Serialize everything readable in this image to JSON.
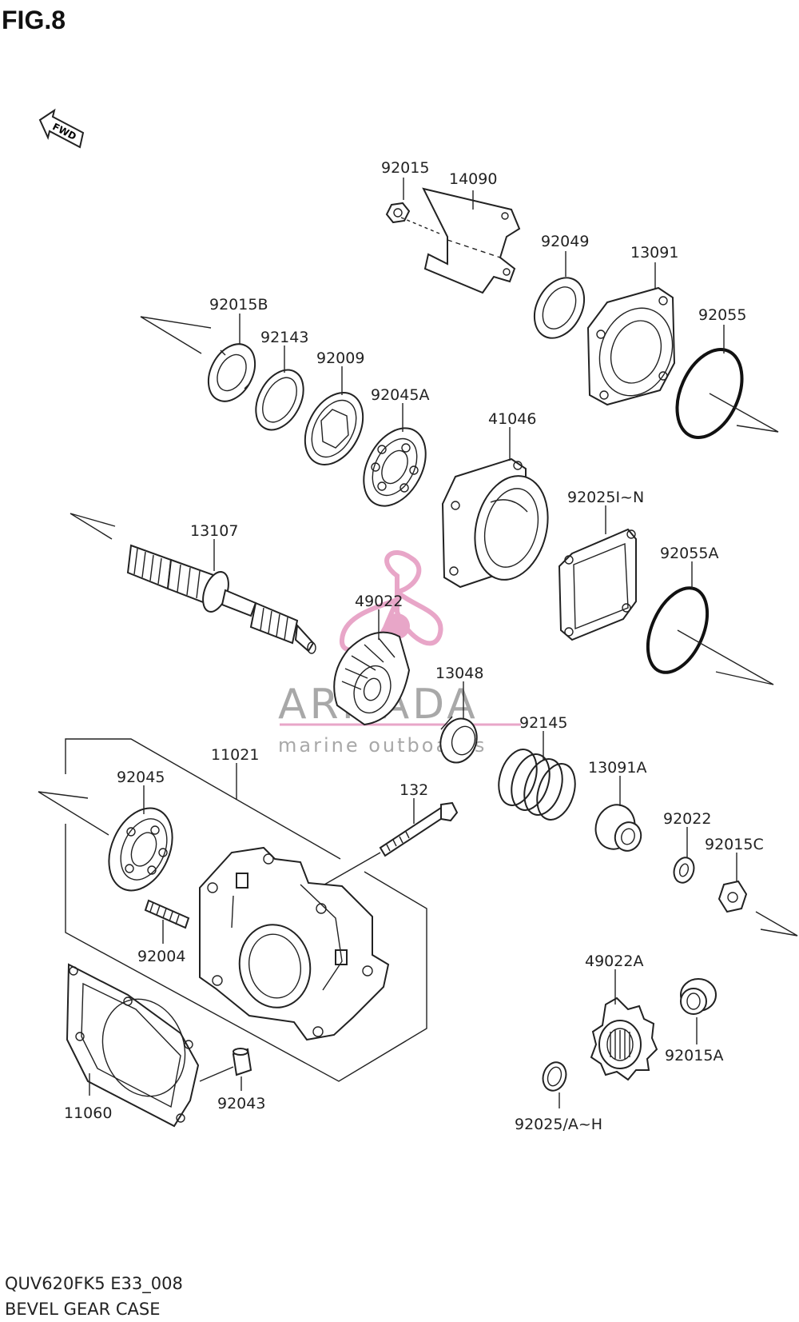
{
  "figure": {
    "title": "FIG.8"
  },
  "fwd_label": "FWD",
  "footer": {
    "code": "QUV620FK5 E33_008",
    "name": "BEVEL GEAR CASE"
  },
  "watermark": {
    "brand": "ARMADA",
    "tagline": "marine outboards",
    "logo_color": "#e8a6c8"
  },
  "parts": {
    "p92015": "92015",
    "p14090": "14090",
    "p92049": "92049",
    "p13091": "13091",
    "p92015B": "92015B",
    "p92143": "92143",
    "p92009": "92009",
    "p92055": "92055",
    "p92045A": "92045A",
    "p41046": "41046",
    "p92025IN": "92025I~N",
    "p13107": "13107",
    "p92055A": "92055A",
    "p49022": "49022",
    "p13048": "13048",
    "p92145": "92145",
    "p11021": "11021",
    "p92045": "92045",
    "p132": "132",
    "p13091A": "13091A",
    "p92022": "92022",
    "p92015C": "92015C",
    "p92004": "92004",
    "p49022A": "49022A",
    "p92015A": "92015A",
    "p11060": "11060",
    "p92043": "92043",
    "p92025AH": "92025/A~H"
  }
}
